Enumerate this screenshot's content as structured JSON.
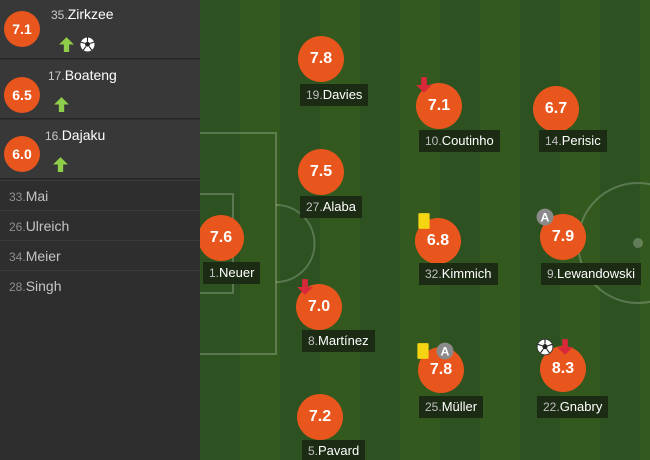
{
  "substitutes": [
    {
      "rating": "7.1",
      "number": "35.",
      "name": "Zirkzee",
      "icons": [
        "sub-in-arrow-icon",
        "goal-ball-icon"
      ]
    },
    {
      "rating": "6.5",
      "number": "17.",
      "name": "Boateng",
      "icons": [
        "sub-in-arrow-icon"
      ]
    },
    {
      "rating": "6.0",
      "number": "16.",
      "name": "Dajaku",
      "icons": [
        "sub-in-arrow-icon"
      ]
    }
  ],
  "bench": [
    {
      "number": "33.",
      "name": "Mai"
    },
    {
      "number": "26.",
      "name": "Ulreich"
    },
    {
      "number": "34.",
      "name": "Meier"
    },
    {
      "number": "28.",
      "name": "Singh"
    }
  ],
  "lineup": [
    {
      "key": "neuer",
      "rating": "7.6",
      "number": "1.",
      "name": "Neuer",
      "icons": []
    },
    {
      "key": "davies",
      "rating": "7.8",
      "number": "19.",
      "name": "Davies",
      "icons": []
    },
    {
      "key": "alaba",
      "rating": "7.5",
      "number": "27.",
      "name": "Alaba",
      "icons": []
    },
    {
      "key": "martinez",
      "rating": "7.0",
      "number": "8.",
      "name": "Martínez",
      "icons": [
        "sub-out-arrow-icon"
      ]
    },
    {
      "key": "pavard",
      "rating": "7.2",
      "number": "5.",
      "name": "Pavard",
      "icons": []
    },
    {
      "key": "coutinho",
      "rating": "7.1",
      "number": "10.",
      "name": "Coutinho",
      "icons": [
        "sub-out-arrow-icon"
      ]
    },
    {
      "key": "kimmich",
      "rating": "6.8",
      "number": "32.",
      "name": "Kimmich",
      "icons": [
        "yellow-card-icon"
      ]
    },
    {
      "key": "muller",
      "rating": "7.8",
      "number": "25.",
      "name": "Müller",
      "icons": [
        "yellow-card-icon",
        "assist-icon"
      ]
    },
    {
      "key": "perisic",
      "rating": "6.7",
      "number": "14.",
      "name": "Perisic",
      "icons": []
    },
    {
      "key": "lewandowski",
      "rating": "7.9",
      "number": "9.",
      "name": "Lewandowski",
      "icons": [
        "assist-icon"
      ]
    },
    {
      "key": "gnabry",
      "rating": "8.3",
      "number": "22.",
      "name": "Gnabry",
      "icons": [
        "goal-ball-icon",
        "sub-out-arrow-icon"
      ]
    }
  ],
  "icon_letters": {
    "assist": "A"
  },
  "colors": {
    "rating": "#e8561d",
    "sub_in": "#8fce4a",
    "sub_out": "#d8283a",
    "yellow_card": "#f5d414",
    "pitch_light": "#34591f",
    "pitch_dark": "#2d5120"
  }
}
